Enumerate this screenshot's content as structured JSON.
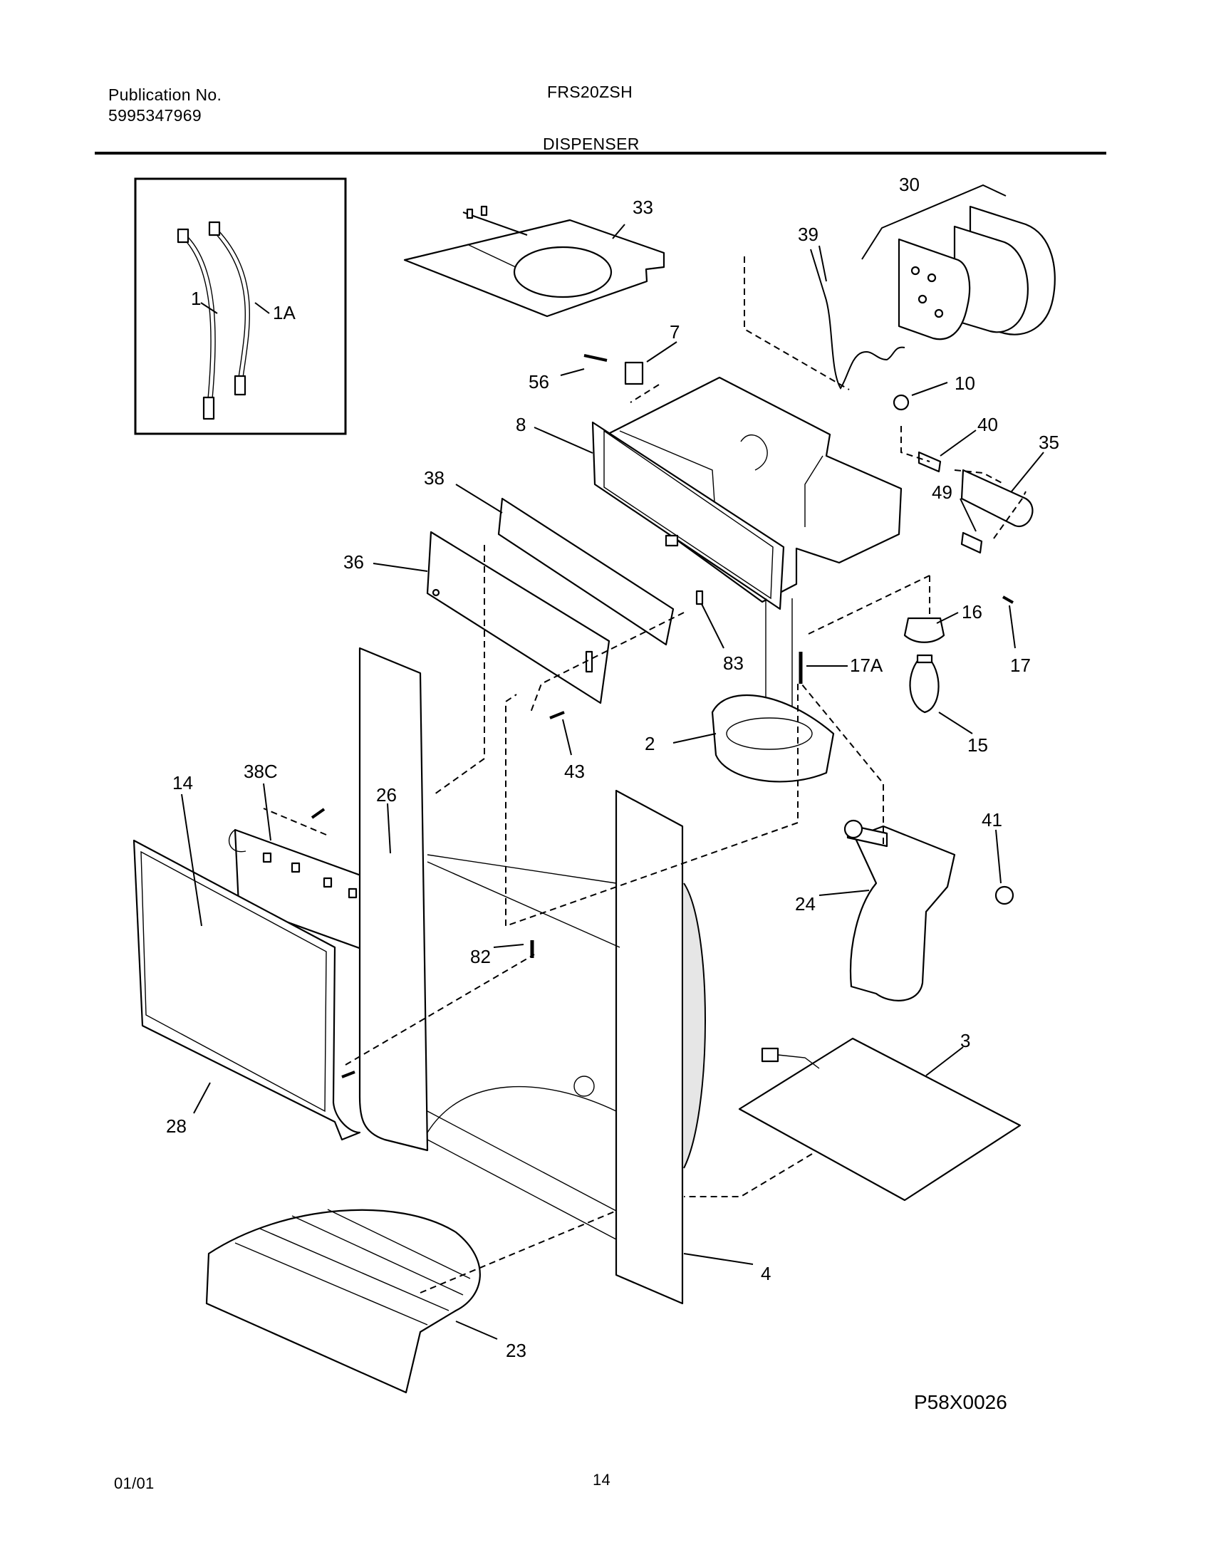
{
  "header": {
    "publication_label": "Publication No.",
    "publication_number": "5995347969",
    "model": "FRS20ZSH",
    "section": "DISPENSER"
  },
  "diagram_code": "P58X0026",
  "footer": {
    "date": "01/01",
    "page": "14"
  },
  "callouts": [
    "1",
    "1A",
    "33",
    "30",
    "39",
    "7",
    "56",
    "10",
    "8",
    "40",
    "35",
    "38",
    "49",
    "36",
    "16",
    "83",
    "17A",
    "17",
    "15",
    "2",
    "43",
    "14",
    "38C",
    "26",
    "41",
    "24",
    "82",
    "3",
    "28",
    "4",
    "23"
  ]
}
